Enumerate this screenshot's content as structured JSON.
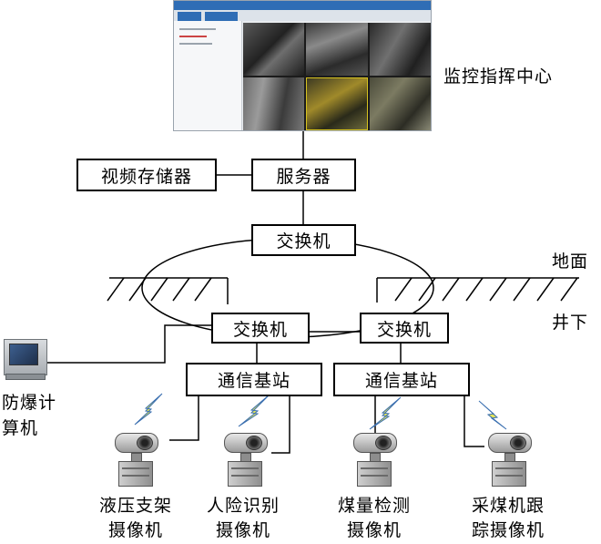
{
  "center": {
    "label": "监控指挥中心"
  },
  "nodes": {
    "video_storage": "视频存储器",
    "server": "服务器",
    "switch_top": "交换机",
    "switch_left": "交换机",
    "switch_right": "交换机",
    "base_station_left": "通信基站",
    "base_station_right": "通信基站"
  },
  "ground": {
    "above": "地面",
    "below": "井下"
  },
  "computer": {
    "line1": "防爆计",
    "line2": "算机"
  },
  "cameras": [
    {
      "line1": "液压支架",
      "line2": "摄像机",
      "icon": "camera-icon"
    },
    {
      "line1": "人险识别",
      "line2": "摄像机",
      "icon": "camera-icon"
    },
    {
      "line1": "煤量检测",
      "line2": "摄像机",
      "icon": "camera-icon"
    },
    {
      "line1": "采煤机跟",
      "line2": "踪摄像机",
      "icon": "camera-icon"
    }
  ],
  "colors": {
    "wireless": "#d9d93a",
    "wireless_outline": "#3a6fb0",
    "monitor_accent": "#2f6db5"
  }
}
